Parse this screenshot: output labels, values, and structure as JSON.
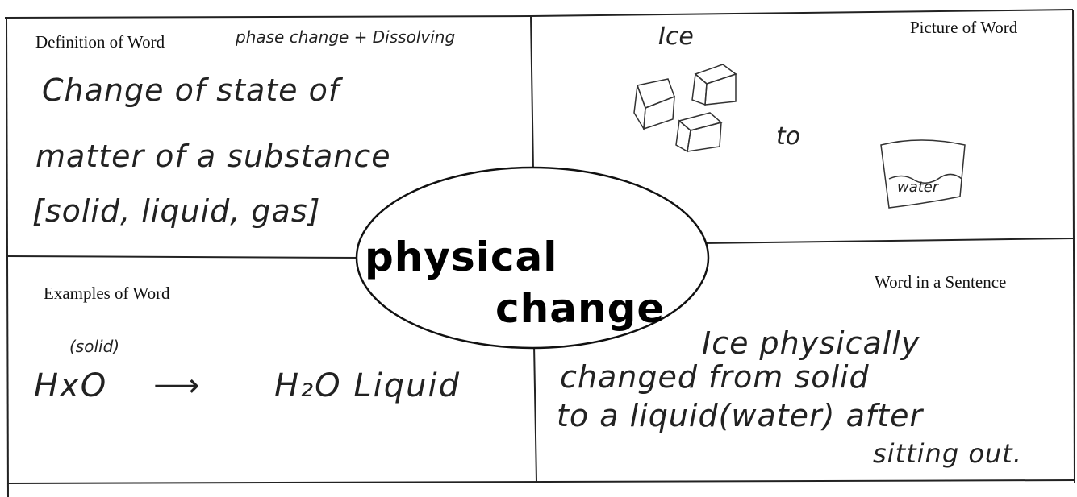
{
  "quadrants": {
    "definition": {
      "label": "Definition of Word",
      "note": "phase change + Dissolving",
      "lines": [
        "Change of state of",
        "matter of a substance",
        "[solid, liquid, gas]"
      ]
    },
    "picture": {
      "label": "Picture of Word",
      "ice_label": "Ice",
      "to_label": "to",
      "water_label": "water"
    },
    "examples": {
      "label": "Examples of Word",
      "state_note": "(solid)",
      "equation_left": "HxO",
      "arrow": "⟶",
      "equation_right": "H₂O Liquid"
    },
    "sentence": {
      "label": "Word in a Sentence",
      "lines": [
        "Ice physically",
        "changed from solid",
        "to a liquid(water) after",
        "sitting out."
      ]
    }
  },
  "center": {
    "word_line1": "physical",
    "word_line2": "change"
  }
}
